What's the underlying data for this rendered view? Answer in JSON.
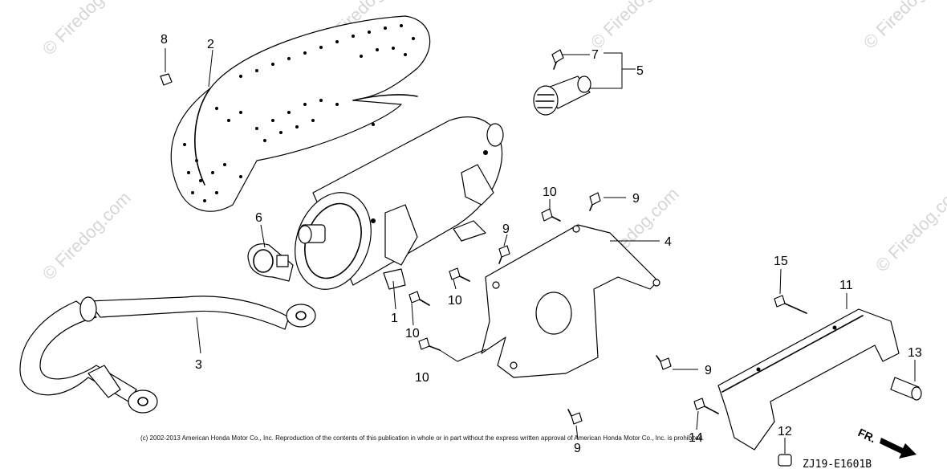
{
  "watermark": "© Firedog.com",
  "callouts": {
    "c1": "1",
    "c2": "2",
    "c3": "3",
    "c4": "4",
    "c5": "5",
    "c6": "6",
    "c7": "7",
    "c8": "8",
    "c9a": "9",
    "c9b": "9",
    "c9c": "9",
    "c9d": "9",
    "c10a": "10",
    "c10b": "10",
    "c10c": "10",
    "c10d": "10",
    "c11": "11",
    "c12": "12",
    "c13": "13",
    "c14": "14",
    "c15": "15"
  },
  "copyright": "(c) 2002-2013 American Honda Motor Co., Inc. Reproduction of the contents of this publication in whole or in part without the express written approval of American Honda Motor Co., Inc. is prohibited.",
  "diagram_code": "ZJ19-E1601B",
  "front_marker": "FR."
}
